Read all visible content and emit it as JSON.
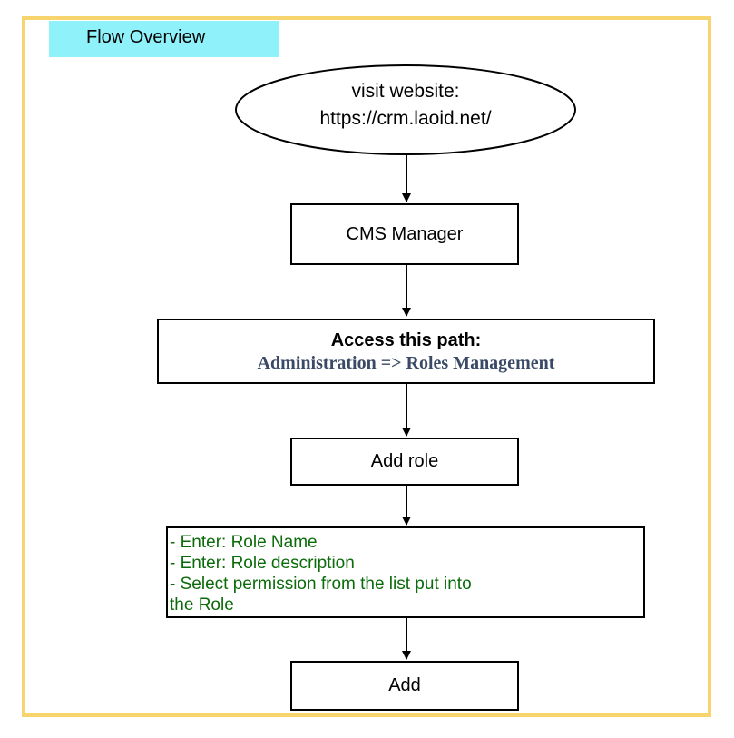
{
  "diagram": {
    "title": "Flow Overview",
    "nodes": {
      "start": {
        "lines": [
          "visit website:",
          "https://crm.laoid.net/"
        ]
      },
      "cms": {
        "label": "CMS Manager"
      },
      "path": {
        "heading": "Access this path:",
        "path": "Administration => Roles Management"
      },
      "add_role": {
        "label": "Add role"
      },
      "steps": {
        "lines": [
          "- Enter: Role Name",
          "- Enter: Role description",
          "- Select permission from the list put into",
          "the Role"
        ]
      },
      "add": {
        "label": "Add"
      }
    },
    "colors": {
      "frame": "#f7d46d",
      "title_tab": "#8ff2fb",
      "step_text": "#0b6b0b",
      "path_text": "#3a4a66"
    }
  }
}
